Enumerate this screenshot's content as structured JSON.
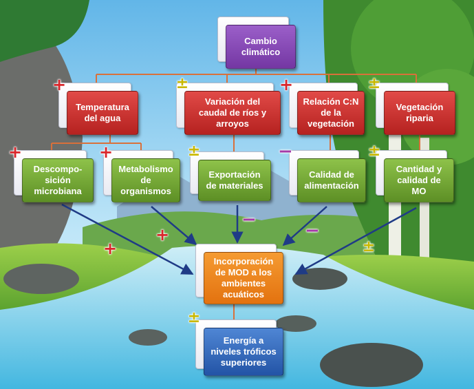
{
  "diagram": {
    "nodes": [
      {
        "id": "cambio",
        "label": "Cambio\nclimático"
      },
      {
        "id": "temp",
        "label": "Temperatura\ndel agua"
      },
      {
        "id": "caudal",
        "label": "Variación del\ncaudal de ríos y\narroyos"
      },
      {
        "id": "cn",
        "label": "Relación C:N\nde la\nvegetación"
      },
      {
        "id": "veg",
        "label": "Vegetación\nriparia"
      },
      {
        "id": "desc",
        "label": "Descompo-\nsición\nmicrobiana"
      },
      {
        "id": "metab",
        "label": "Metabolismo\nde\norganismos"
      },
      {
        "id": "export",
        "label": "Exportación\nde materiales"
      },
      {
        "id": "calidad",
        "label": "Calidad de\nalimentación"
      },
      {
        "id": "cantidad",
        "label": "Cantidad y\ncalidad de\nMO"
      },
      {
        "id": "incorp",
        "label": "Incorporación\nde MOD a los\nambientes\nacuáticos"
      },
      {
        "id": "energia",
        "label": "Energía a\nniveles tróficos\nsuperiores"
      }
    ],
    "signs": {
      "plus": "+",
      "minus": "−",
      "plus_minus": "±"
    },
    "sign_colors": {
      "plus": "#d9262b",
      "minus": "#a63aa8",
      "plus_minus": "#c9b800"
    },
    "colors": {
      "top_node": "#7a3da8",
      "second_row": "#c62f2d",
      "third_row": "#6ea434",
      "mod_node": "#ee8420",
      "energy_node": "#2a5fb4",
      "tree_lines": "#d9703a",
      "arrows": "#1f3b86"
    }
  }
}
